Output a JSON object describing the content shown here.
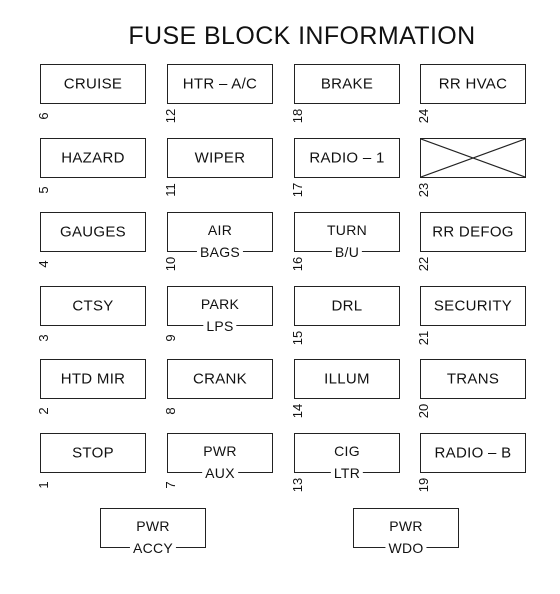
{
  "title": "FUSE BLOCK INFORMATION",
  "fuses": [
    {
      "num": "6",
      "label": "CRUISE"
    },
    {
      "num": "5",
      "label": "HAZARD"
    },
    {
      "num": "4",
      "label": "GAUGES"
    },
    {
      "num": "3",
      "label": "CTSY"
    },
    {
      "num": "2",
      "label": "HTD MIR"
    },
    {
      "num": "1",
      "label": "STOP"
    },
    {
      "num": "12",
      "label": "HTR – A/C"
    },
    {
      "num": "11",
      "label": "WIPER"
    },
    {
      "num": "10",
      "label": "AIR",
      "label2": "BAGS"
    },
    {
      "num": "9",
      "label": "PARK",
      "label2": "LPS"
    },
    {
      "num": "8",
      "label": "CRANK"
    },
    {
      "num": "7",
      "label": "PWR",
      "label2": "AUX"
    },
    {
      "num": "18",
      "label": "BRAKE"
    },
    {
      "num": "17",
      "label": "RADIO – 1"
    },
    {
      "num": "16",
      "label": "TURN",
      "label2": "B/U"
    },
    {
      "num": "15",
      "label": "DRL"
    },
    {
      "num": "14",
      "label": "ILLUM"
    },
    {
      "num": "13",
      "label": "CIG",
      "label2": "LTR"
    },
    {
      "num": "24",
      "label": "RR HVAC"
    },
    {
      "num": "23",
      "label": "",
      "empty": true
    },
    {
      "num": "22",
      "label": "RR DEFOG"
    },
    {
      "num": "21",
      "label": "SECURITY"
    },
    {
      "num": "20",
      "label": "TRANS"
    },
    {
      "num": "19",
      "label": "RADIO – B"
    }
  ],
  "bottom_fuses": [
    {
      "label": "PWR",
      "label2": "ACCY"
    },
    {
      "label": "PWR",
      "label2": "WDO"
    }
  ]
}
